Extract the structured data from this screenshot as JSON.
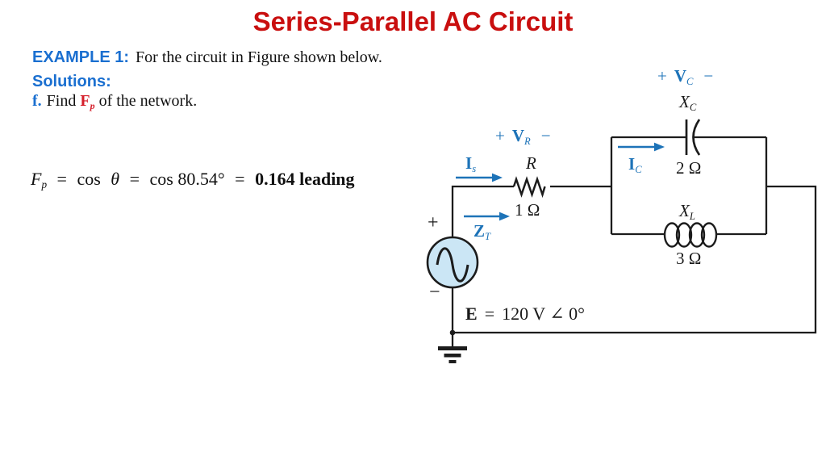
{
  "slide": {
    "title": "Series-Parallel AC Circuit",
    "example": {
      "label": "EXAMPLE 1:",
      "text": "For the circuit in Figure shown below."
    },
    "solutions_label": "Solutions:",
    "task": {
      "prefix": "f.",
      "pre": "Find",
      "sym": "F",
      "sym_sub": "p",
      "post": "of the network."
    },
    "formula": {
      "lhs": "F",
      "lhs_sub": "p",
      "eq1": "=",
      "cos1": "cos",
      "theta": "θ",
      "eq2": "=",
      "cos2": "cos 80.54°",
      "eq3": "=",
      "result": "0.164 leading"
    }
  },
  "circuit": {
    "source_plus": "+",
    "source_minus": "−",
    "emf": {
      "symbol": "E",
      "eq": "=",
      "value": "120 V ∠ 0°"
    },
    "is_label": {
      "main": "I",
      "sub": "s"
    },
    "zt_label": {
      "main": "Z",
      "sub": "T"
    },
    "ic_label": {
      "main": "I",
      "sub": "C"
    },
    "vr_label": {
      "plus": "+",
      "main": "V",
      "sub": "R",
      "minus": "−"
    },
    "vc_label": {
      "plus": "+",
      "main": "V",
      "sub": "C",
      "minus": "−"
    },
    "resistor": {
      "name": "R",
      "value": "1 Ω"
    },
    "capacitor": {
      "name": "X",
      "name_sub": "C",
      "value": "2 Ω"
    },
    "inductor": {
      "name": "X",
      "name_sub": "L",
      "value": "3 Ω"
    },
    "colors": {
      "title_red": "#c90f0f",
      "heading_blue": "#1a6fd0",
      "circuit_blue": "#1d73b8",
      "highlight_red": "#d51f2b",
      "source_fill": "#cbe6f5",
      "wire": "#1c1c1c"
    }
  }
}
